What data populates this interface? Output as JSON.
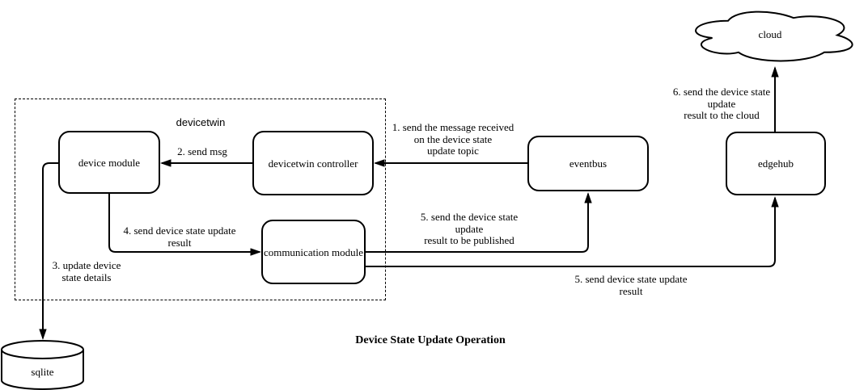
{
  "diagram": {
    "title": "Device State Update Operation",
    "group": {
      "label": "devicetwin"
    },
    "nodes": {
      "cloud": {
        "label": "cloud"
      },
      "edgehub": {
        "label": "edgehub"
      },
      "eventbus": {
        "label": "eventbus"
      },
      "devicetwin_controller": {
        "label": "devicetwin controller"
      },
      "device_module": {
        "label": "device module"
      },
      "communication_module": {
        "label": "communication module"
      },
      "sqlite": {
        "label": "sqlite"
      }
    },
    "edges": {
      "e1": {
        "label": "1. send the message received\non the device state\nupdate topic"
      },
      "e2": {
        "label": "2. send msg"
      },
      "e3": {
        "label": "3. update device\nstate details"
      },
      "e4": {
        "label": "4. send device state update\nresult"
      },
      "e5a": {
        "label": "5. send the device state\nupdate\nresult to be published"
      },
      "e5b": {
        "label": "5. send device state update\nresult"
      },
      "e6": {
        "label": "6. send the device state\nupdate\nresult to the cloud"
      }
    },
    "colors": {
      "stroke": "#000000",
      "fill": "#ffffff"
    }
  }
}
